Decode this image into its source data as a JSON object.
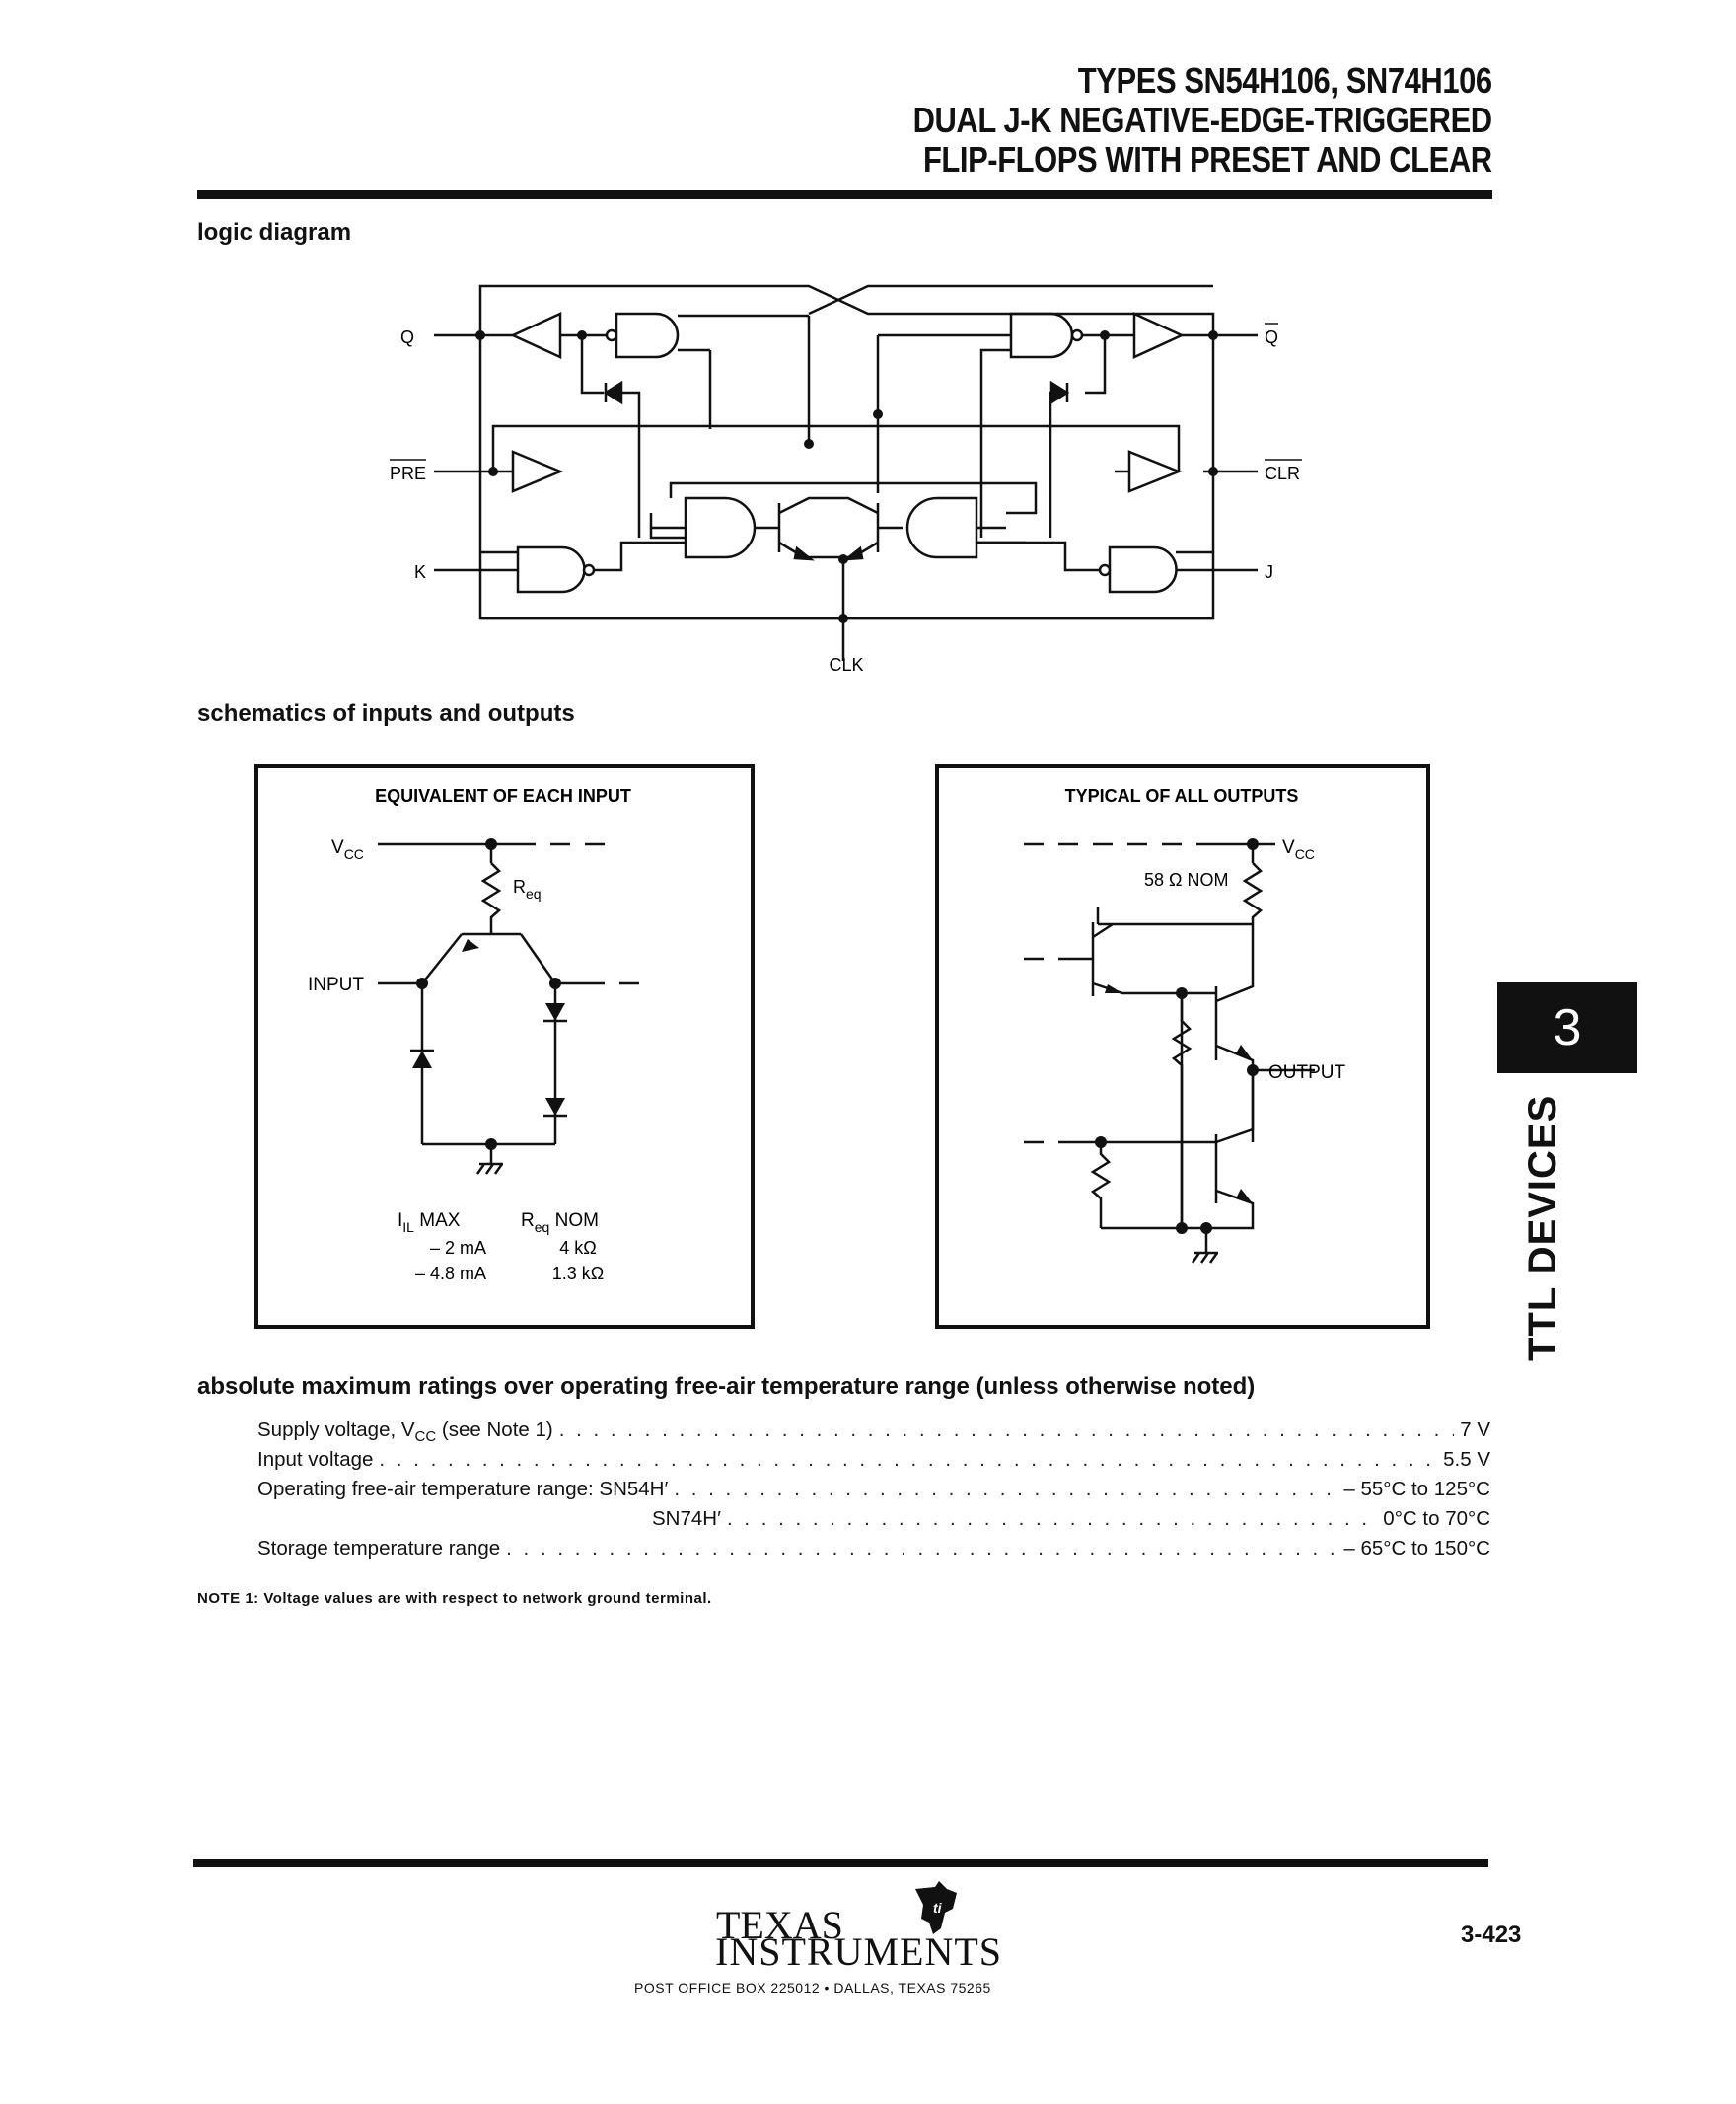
{
  "header": {
    "line1": "TYPES SN54H106, SN74H106",
    "line2": "DUAL J-K NEGATIVE-EDGE-TRIGGERED",
    "line3": "FLIP-FLOPS WITH PRESET AND CLEAR"
  },
  "logic": {
    "heading": "logic diagram",
    "labels": {
      "q": "Q",
      "q_bar": "Q",
      "pre": "PRE",
      "clr": "CLR",
      "k": "K",
      "j": "J",
      "clk": "CLK"
    }
  },
  "schematics": {
    "heading": "schematics of inputs and outputs",
    "input_box": {
      "title": "EQUIVALENT OF EACH INPUT",
      "vcc_v": "V",
      "vcc_sub": "CC",
      "req_r": "R",
      "req_sub": "eq",
      "input": "INPUT",
      "table_col1_head_i": "I",
      "table_col1_head_sub": "IL",
      "table_col1_head_rest": " MAX",
      "table_col2_head_r": "R",
      "table_col2_head_sub": "eq",
      "table_col2_head_rest": " NOM",
      "row1_c1": "– 2 mA",
      "row1_c2": "4 kΩ",
      "row2_c1": "– 4.8 mA",
      "row2_c2": "1.3 kΩ"
    },
    "output_box": {
      "title": "TYPICAL OF ALL OUTPUTS",
      "vcc_v": "V",
      "vcc_sub": "CC",
      "nom": "58 Ω NOM",
      "output": "OUTPUT"
    }
  },
  "ratings": {
    "heading": "absolute maximum ratings over operating free-air temperature range (unless otherwise noted)",
    "rows": [
      {
        "label_a": "Supply voltage, V",
        "label_sub": "CC",
        "label_b": " (see Note 1)",
        "value": "7 V"
      },
      {
        "label": "Input voltage",
        "value": "5.5 V"
      },
      {
        "label": "Operating free-air temperature range:  SN54H′",
        "value": "– 55°C to 125°C"
      },
      {
        "label": "SN74H′",
        "value": "0°C to 70°C"
      },
      {
        "label": "Storage temperature range",
        "value": "– 65°C to 150°C"
      }
    ],
    "note": "NOTE 1:  Voltage values are with respect to network ground terminal."
  },
  "side_tab": {
    "number": "3",
    "text": "TTL DEVICES"
  },
  "footer": {
    "logo_line1": "TEXAS",
    "logo_line2": "INSTRUMENTS",
    "address": "POST OFFICE BOX 225012  •  DALLAS, TEXAS 75265",
    "page_number": "3-423"
  }
}
